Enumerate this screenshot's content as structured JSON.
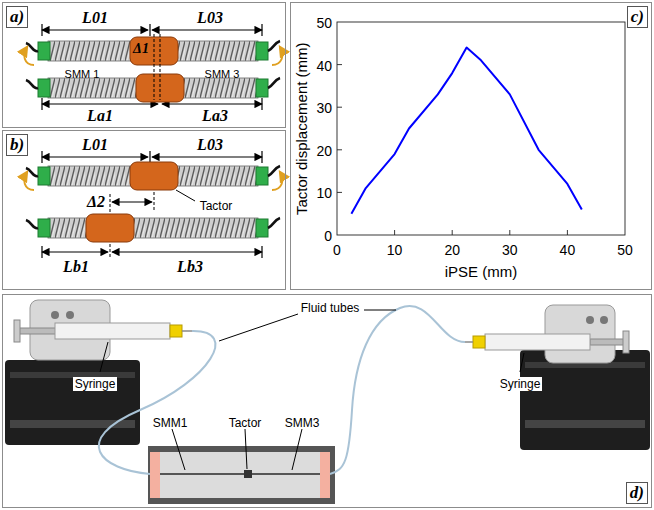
{
  "diagram": {
    "nodes": [
      {
        "text": [
          "a)"
        ]
      },
      {
        "text": [
          "b)"
        ]
      },
      {
        "text": [
          "c)"
        ]
      },
      {
        "text": [
          "d)"
        ]
      }
    ],
    "labels": [
      "L01",
      "L03",
      "SMM 1",
      "Δ1",
      "SMM 3",
      "La1",
      "La3",
      "L01",
      "L03",
      "Δ2",
      "Tactor",
      "Lb1",
      "Lb3",
      "Tactor displacement (mm)",
      "0",
      "10",
      "20",
      "30",
      "40",
      "50",
      "0",
      "10",
      "20",
      "30",
      "40",
      "50",
      "iPSE (mm)",
      "Syringe",
      "Fluid tubes",
      "Syringe",
      "SMM1",
      "Tactor",
      "SMM3"
    ]
  }
}
